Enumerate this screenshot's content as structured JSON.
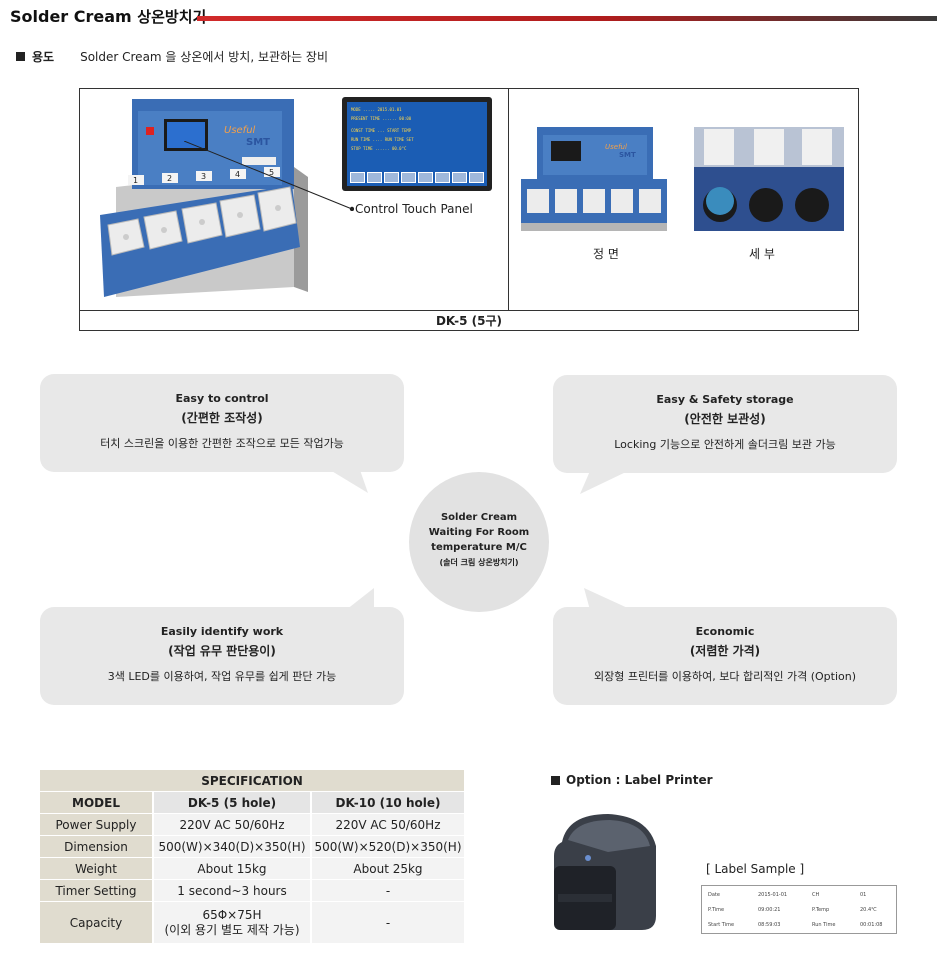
{
  "header": {
    "title": "Solder Cream",
    "title_ko": "상온방치기"
  },
  "usage": {
    "label": "용도",
    "text": "Solder Cream 을 상온에서 방치, 보관하는 장비"
  },
  "photos": {
    "brand_line1": "Useful",
    "brand_line2": "SMT",
    "hole_numbers": [
      "1",
      "2",
      "3",
      "4",
      "5"
    ],
    "callout": "Control Touch Panel",
    "front_label": "정 면",
    "detail_label": "세 부",
    "caption": "DK-5 (5구)"
  },
  "features": [
    {
      "title_en": "Easy  to control",
      "title_ko": "(간편한 조작성)",
      "desc": "터치 스크린을 이용한 간편한 조작으로 모든 작업가능"
    },
    {
      "title_en": "Easy  & Safety storage",
      "title_ko": "(안전한 보관성)",
      "desc": "Locking 기능으로 안전하게 솔더크림 보관 가능"
    },
    {
      "title_en": "Easily identify work",
      "title_ko": "(작업 유무 판단용이)",
      "desc": "3색 LED를 이용하여, 작업 유무를 쉽게 판단 가능"
    },
    {
      "title_en": "Economic",
      "title_ko": "(저렴한 가격)",
      "desc": "외장형 프린터를 이용하여, 보다 합리적인 가격 (Option)"
    }
  ],
  "center": {
    "lines": [
      "Solder Cream",
      "Waiting For Room",
      "temperature M/C"
    ],
    "sub": "(솔더 크림 상온방치기)"
  },
  "spec": {
    "caption": "SPECIFICATION",
    "headers": [
      "MODEL",
      "DK-5 (5 hole)",
      "DK-10 (10 hole)"
    ],
    "rows": [
      {
        "label": "Power Supply",
        "dk5": "220V AC 50/60Hz",
        "dk10": "220V AC 50/60Hz"
      },
      {
        "label": "Dimension",
        "dk5": "500(W)×340(D)×350(H)",
        "dk10": "500(W)×520(D)×350(H)"
      },
      {
        "label": "Weight",
        "dk5": "About 15kg",
        "dk10": "About 25kg"
      },
      {
        "label": "Timer Setting",
        "dk5": "1 second~3 hours",
        "dk10": "-"
      }
    ],
    "capacity": {
      "label": "Capacity",
      "dk5_line1": "65Φ×75H",
      "dk5_line2": "(이외 용기 별도 제작 가능)",
      "dk10": "-"
    }
  },
  "option": {
    "title": "Option : Label Printer",
    "sample_title": "[ Label Sample ]",
    "label_rows": [
      {
        "k1": "Date",
        "v1": "2015-01-01",
        "k2": "CH",
        "v2": "01"
      },
      {
        "k1": "P.Time",
        "v1": "09:00:21",
        "k2": "P.Temp",
        "v2": "20.4℃"
      },
      {
        "k1": "Start Time",
        "v1": "08:59:03",
        "k2": "Run Time",
        "v2": "00:01:08"
      }
    ]
  },
  "colors": {
    "accent_red": "#d12a2a",
    "machine_blue": "#3a6db5",
    "panel_blue": "#1b5db4",
    "card_gray": "#e8e8e8",
    "table_tan": "#e0dccf"
  }
}
